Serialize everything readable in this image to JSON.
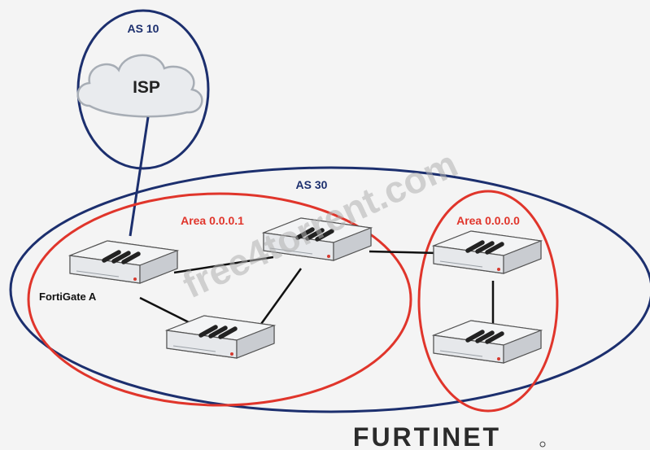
{
  "labels": {
    "as_top": "AS 10",
    "cloud": "ISP",
    "as_main": "AS 30",
    "area_left": "Area 0.0.0.1",
    "area_right": "Area 0.0.0.0",
    "device_a": "FortiGate A"
  },
  "watermark": "free4torrent.com",
  "logo": "FURTINET",
  "colors": {
    "as_outline": "#1c2f6e",
    "area_outline": "#e0352b",
    "link": "#111111",
    "device_body": "#f2f3f4",
    "watermark": "#b0b0b0"
  }
}
